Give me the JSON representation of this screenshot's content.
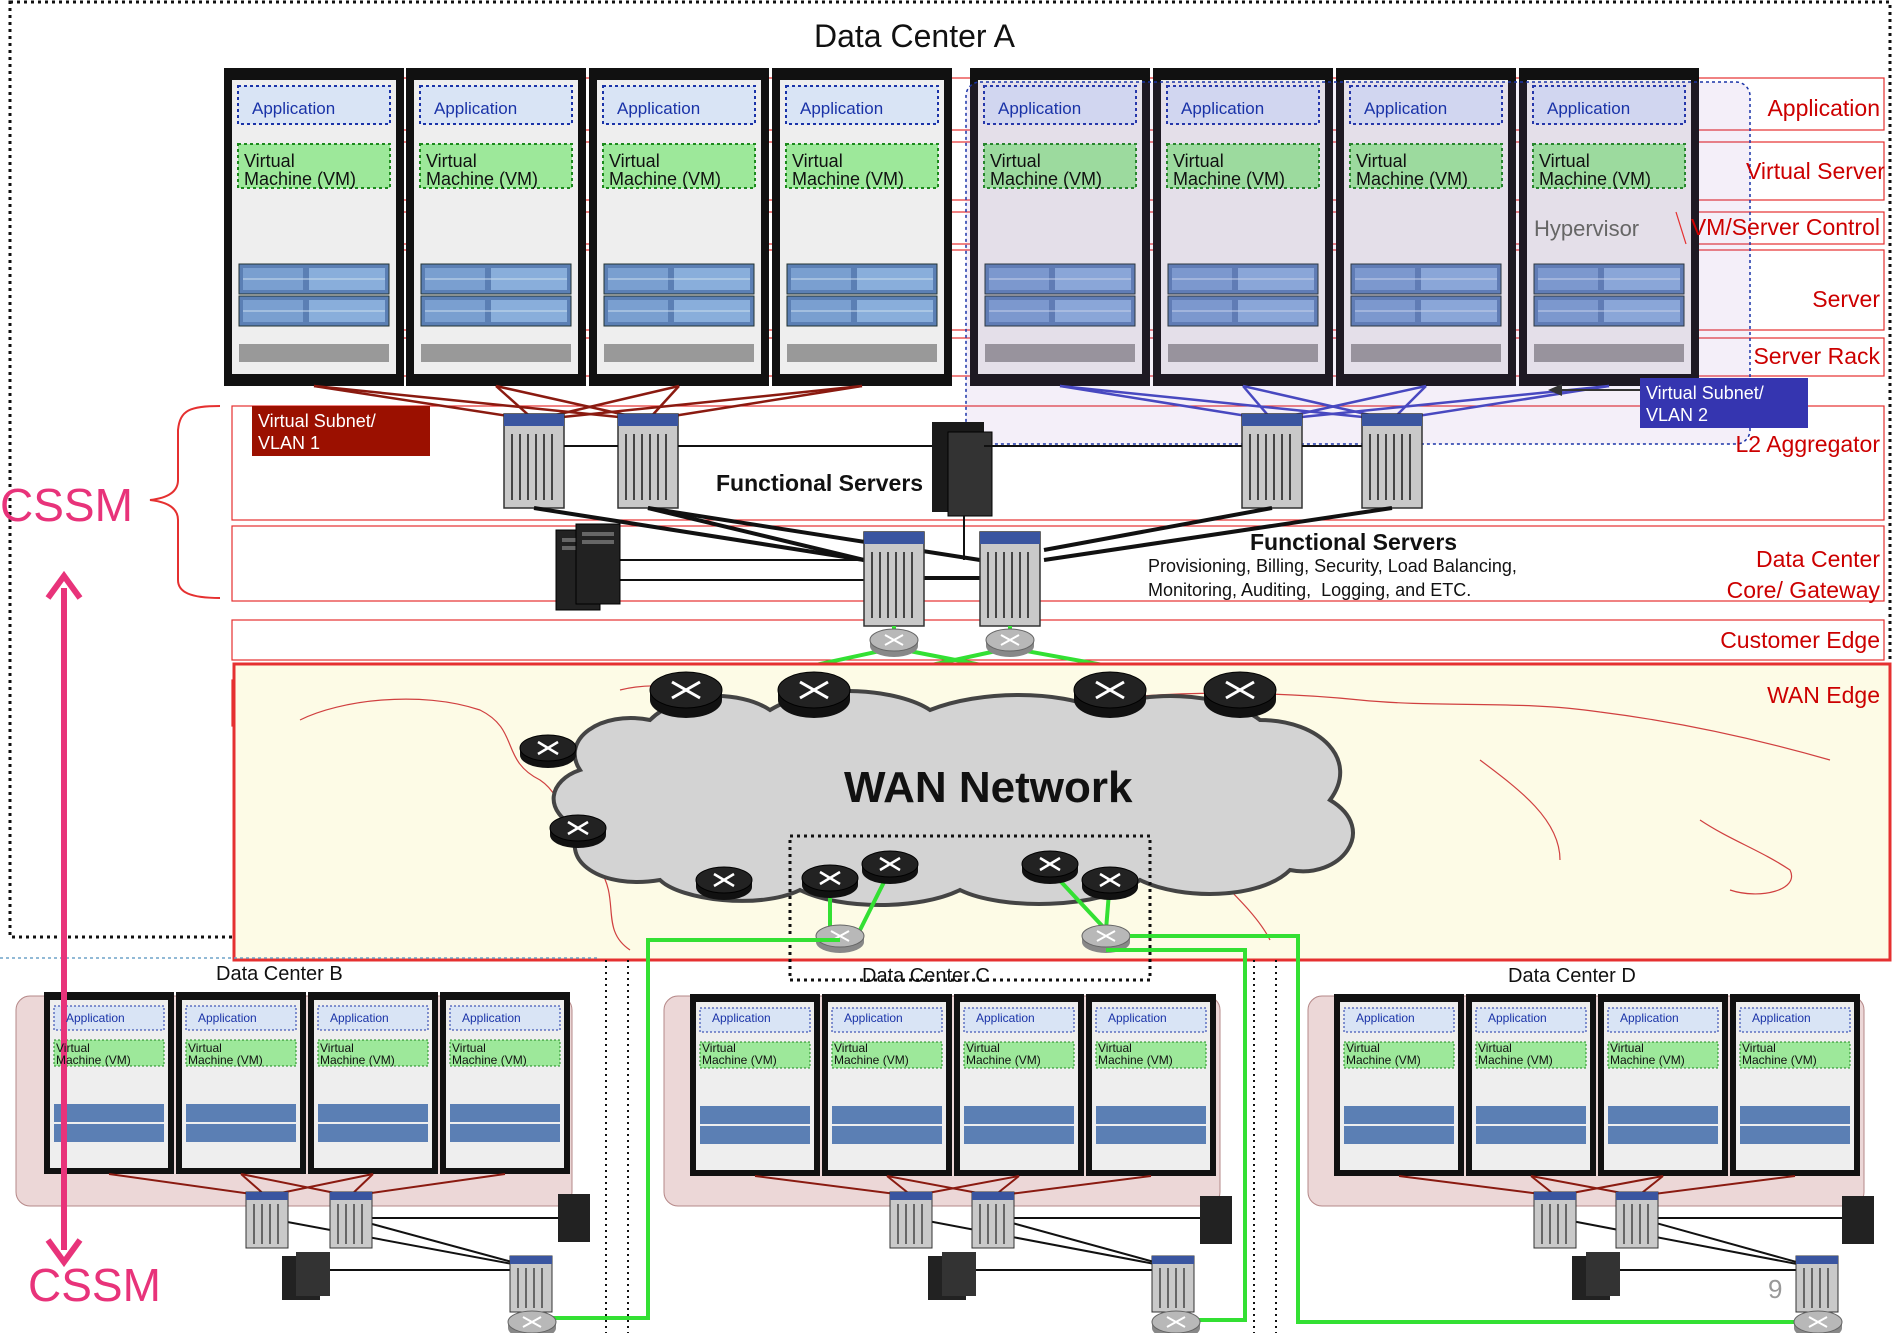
{
  "title": "Data Center A",
  "layers": [
    "Application",
    "Virtual Server",
    "VM/Server Control",
    "Server",
    "Server Rack",
    "L2 Aggregator",
    "Data Center\nCore/ Gateway",
    "Customer Edge",
    "WAN Edge"
  ],
  "rack_labels": {
    "application": "Application",
    "vm": "Virtual\nMachine (VM)"
  },
  "hypervisor": "Hypervisor",
  "vlan1": "Virtual Subnet/\nVLAN 1",
  "vlan2": "Virtual Subnet/\nVLAN 2",
  "functional_servers_upper": "Functional Servers",
  "functional_servers_lower": "Functional Servers",
  "functional_servers_desc": "Provisioning, Billing, Security, Load Balancing,\nMonitoring, Auditing,  Logging, and ETC.",
  "wan_network": "WAN Network",
  "cssm_top": "CSSM",
  "cssm_bottom": "CSSM",
  "data_centers": [
    "Data Center B",
    "Data Center C",
    "Data Center D"
  ],
  "page_number": "9",
  "colors": {
    "layer_red": "#cc0000",
    "cssm_pink": "#e8337a",
    "vlan1": "#9b1000",
    "vlan2": "#3535b0",
    "wan_link": "#33e033"
  }
}
